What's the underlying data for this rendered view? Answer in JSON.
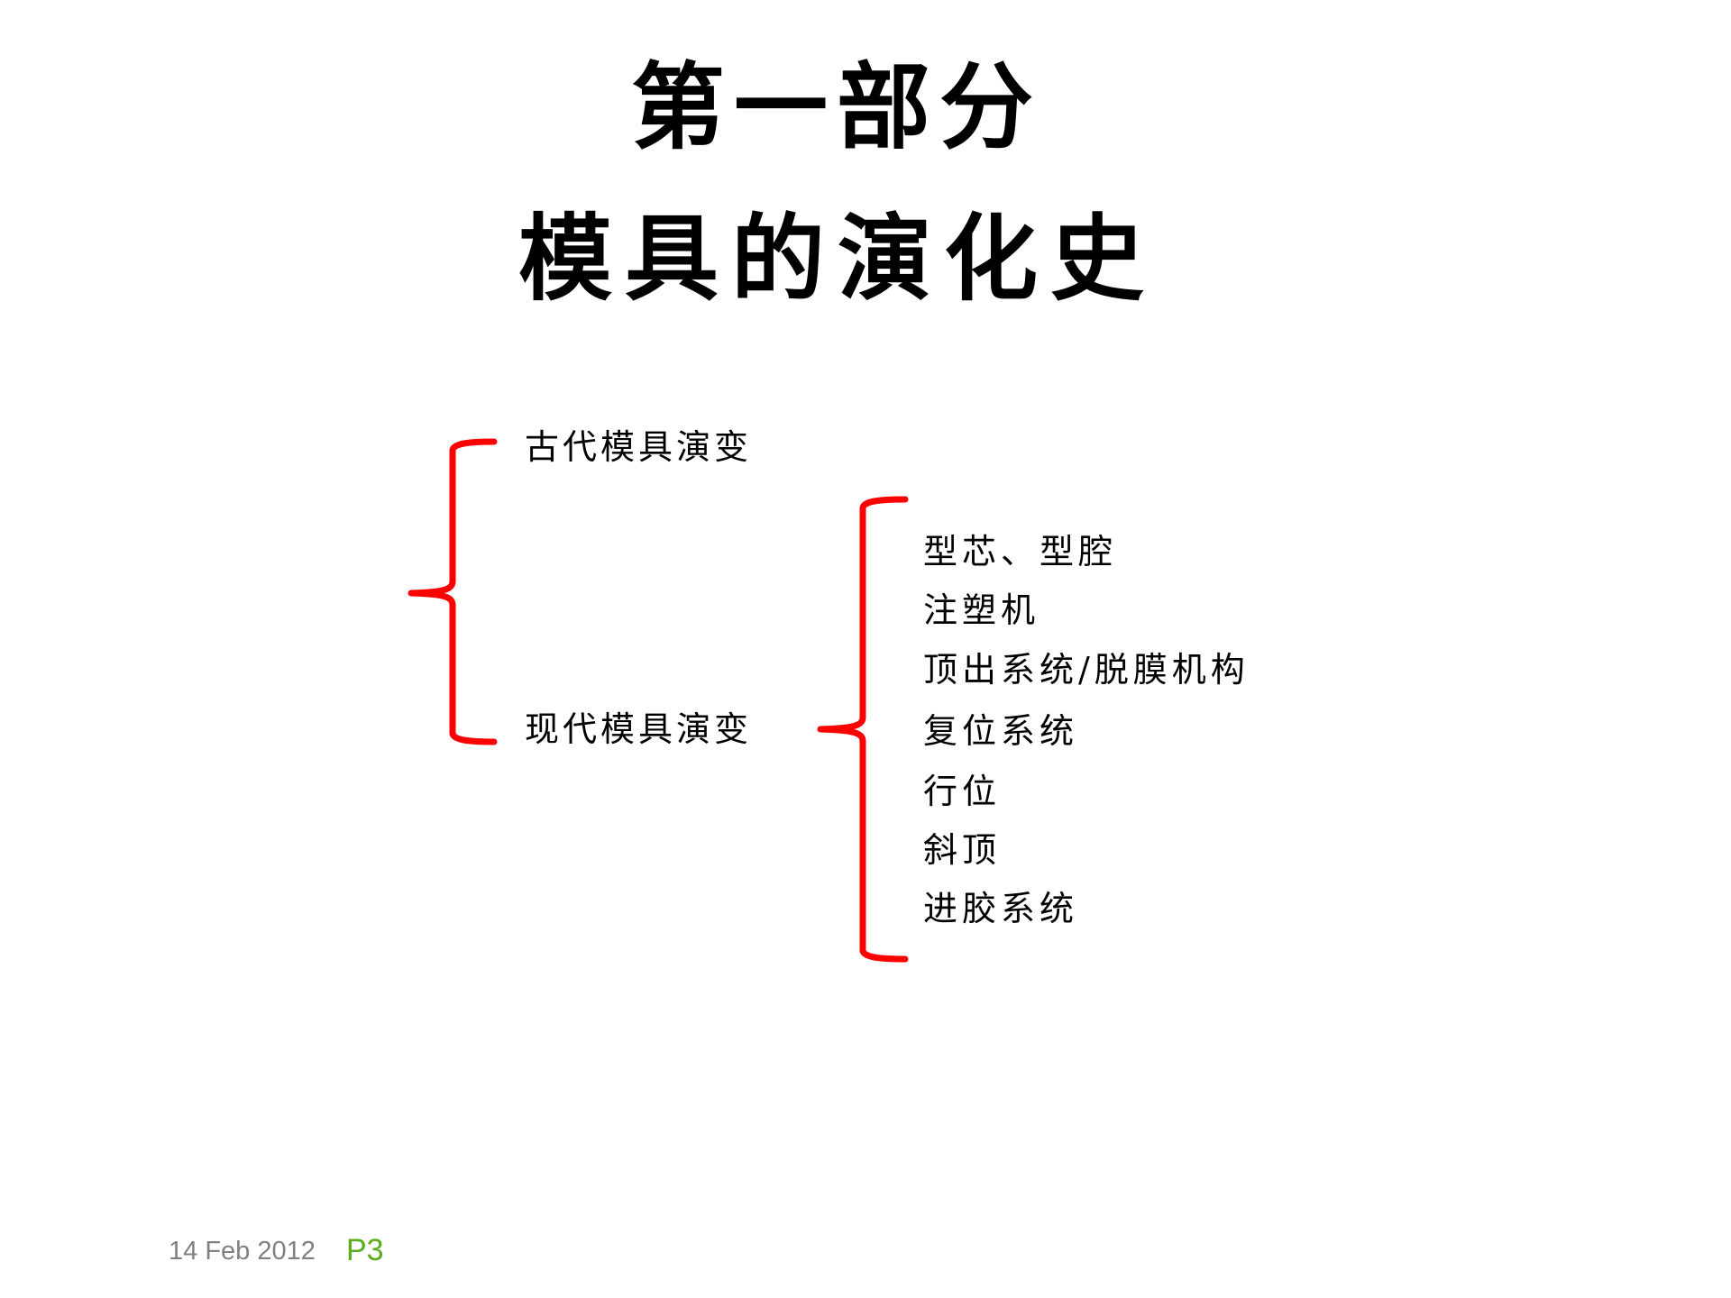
{
  "slide": {
    "title": {
      "line1": "第一部分",
      "line2": "模具的演化史"
    },
    "tree": {
      "branches": [
        {
          "label": "古代模具演变"
        },
        {
          "label": "现代模具演变",
          "children": [
            "型芯、型腔",
            "注塑机",
            "顶出系统/脱膜机构",
            "复位系统",
            "行位",
            "斜顶",
            "进胶系统"
          ]
        }
      ],
      "bracket_color": "#ff0000"
    },
    "footer": {
      "date": "14 Feb 2012",
      "page": "P3",
      "date_color": "#808080",
      "page_color": "#5aab1e"
    }
  }
}
